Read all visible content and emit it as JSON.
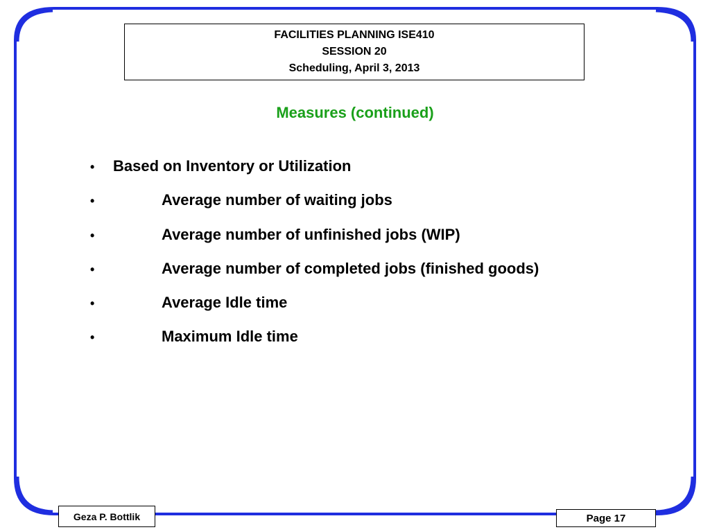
{
  "header": {
    "line1": "FACILITIES PLANNING ISE410",
    "line2": "SESSION 20",
    "line3": "Scheduling, April 3, 2013"
  },
  "slide": {
    "subtitle": "Measures (continued)",
    "bullets": [
      {
        "text": "Based on Inventory or Utilization",
        "level": 0
      },
      {
        "text": "Average number of waiting jobs",
        "level": 1
      },
      {
        "text": "Average number of unfinished jobs (WIP)",
        "level": 1
      },
      {
        "text": "Average number of completed jobs (finished goods)",
        "level": 1
      },
      {
        "text": "Average Idle time",
        "level": 1
      },
      {
        "text": "Maximum Idle time",
        "level": 1
      }
    ]
  },
  "footer": {
    "author": "Geza P. Bottlik",
    "page": "Page 17"
  },
  "colors": {
    "frame": "#1f2ee0",
    "accent": "#1aa01a",
    "text": "#000000"
  }
}
